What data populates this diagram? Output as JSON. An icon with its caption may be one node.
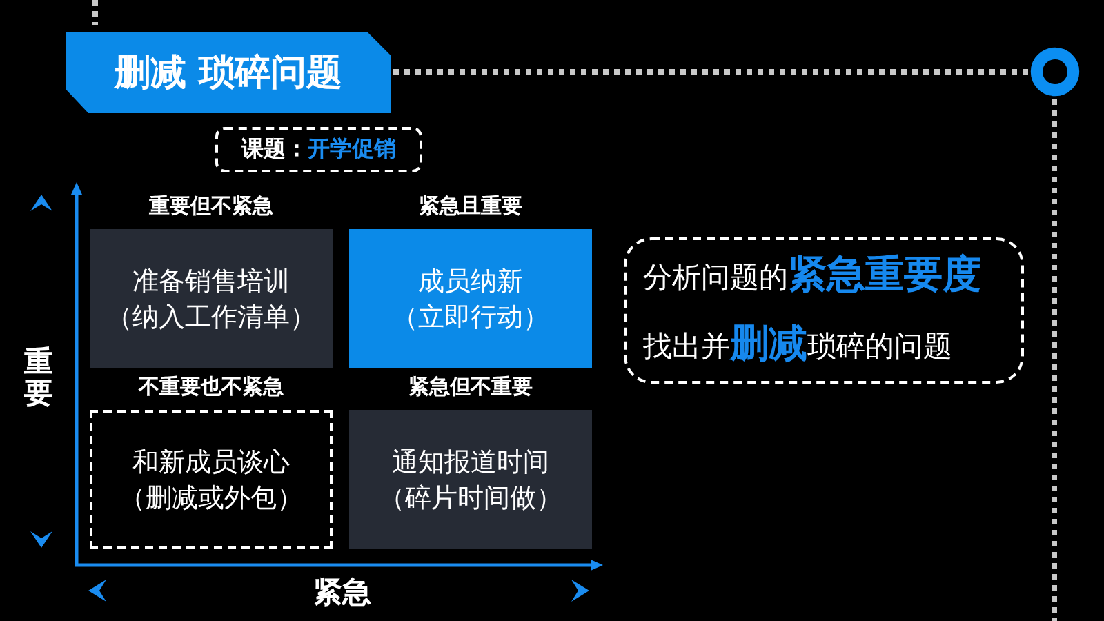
{
  "diagram": {
    "title": "删减 琐碎问题",
    "nodes": [
      {
        "text": [
          "课题：",
          "开学促销"
        ]
      },
      {
        "text": [
          "重要但不紧急",
          "准备销售培训",
          "（纳入工作清单）"
        ]
      },
      {
        "text": [
          "紧急且重要",
          "成员纳新",
          "（立即行动）"
        ]
      },
      {
        "text": [
          "不重要也不紧急",
          "和新成员谈心",
          "（删减或外包）"
        ]
      },
      {
        "text": [
          "紧急但不重要",
          "通知报道时间",
          "（碎片时间做）"
        ]
      },
      {
        "text": [
          "分析问题的**紧急重要度**",
          "找出并**删减**琐碎的问题"
        ]
      }
    ],
    "labels": [
      "重要",
      "紧急"
    ]
  }
}
